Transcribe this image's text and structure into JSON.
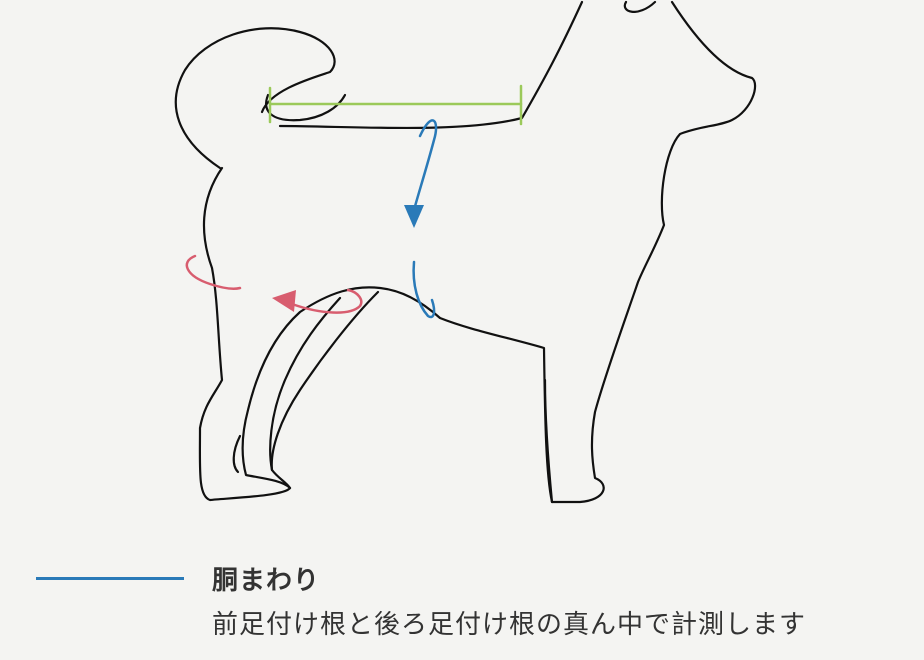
{
  "legend": {
    "title": "胴まわり",
    "description": "前足付け根と後ろ足付け根の真ん中で計測します"
  },
  "colors": {
    "background": "#f4f4f2",
    "outline": "#111111",
    "girth": "#2a7ab8",
    "back_length": "#9bc95a",
    "hip": "#d85d6f",
    "text": "#333333"
  },
  "icons": [
    "dog-outline",
    "girth-loop",
    "back-length-bar",
    "hip-loop"
  ]
}
